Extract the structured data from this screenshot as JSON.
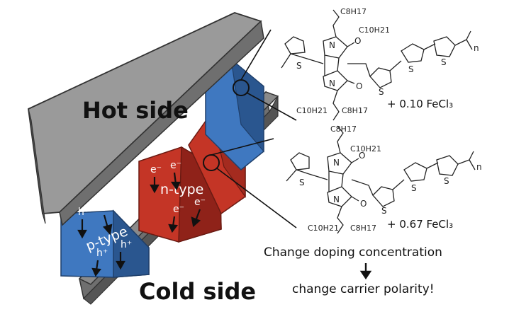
{
  "labels": {
    "hot_side": "Hot side",
    "cold_side": "Cold side",
    "p_type": "p-type",
    "n_type": "n-type",
    "hole_carrier": "h⁺",
    "electron_carrier": "e⁻"
  },
  "chemistry": {
    "upper_polymer": {
      "top_chain": "C8H17",
      "top_chain_branch": "C10H21",
      "bottom_chain": "C10H21",
      "bottom_chain_branch": "C8H17",
      "dopant_text": "+ 0.10 FeCl₃"
    },
    "lower_polymer": {
      "top_chain": "C8H17",
      "top_chain_branch": "C10H21",
      "bottom_chain": "C10H21",
      "bottom_chain_branch": "C8H17",
      "dopant_text": "+ 0.67 FeCl₃"
    },
    "atoms": {
      "sulfur": "S",
      "nitrogen": "N",
      "oxygen": "O",
      "repeat": "n"
    }
  },
  "caption": {
    "line1": "Change doping concentration",
    "line2": "change carrier polarity!"
  },
  "colors": {
    "plate_light": "#9a9a9a",
    "plate_dark": "#6f6f6f",
    "p_type_blue": "#3f78c0",
    "p_type_blue_dark": "#2a568f",
    "n_type_red": "#c43526",
    "n_type_red_dark": "#8f2219"
  }
}
